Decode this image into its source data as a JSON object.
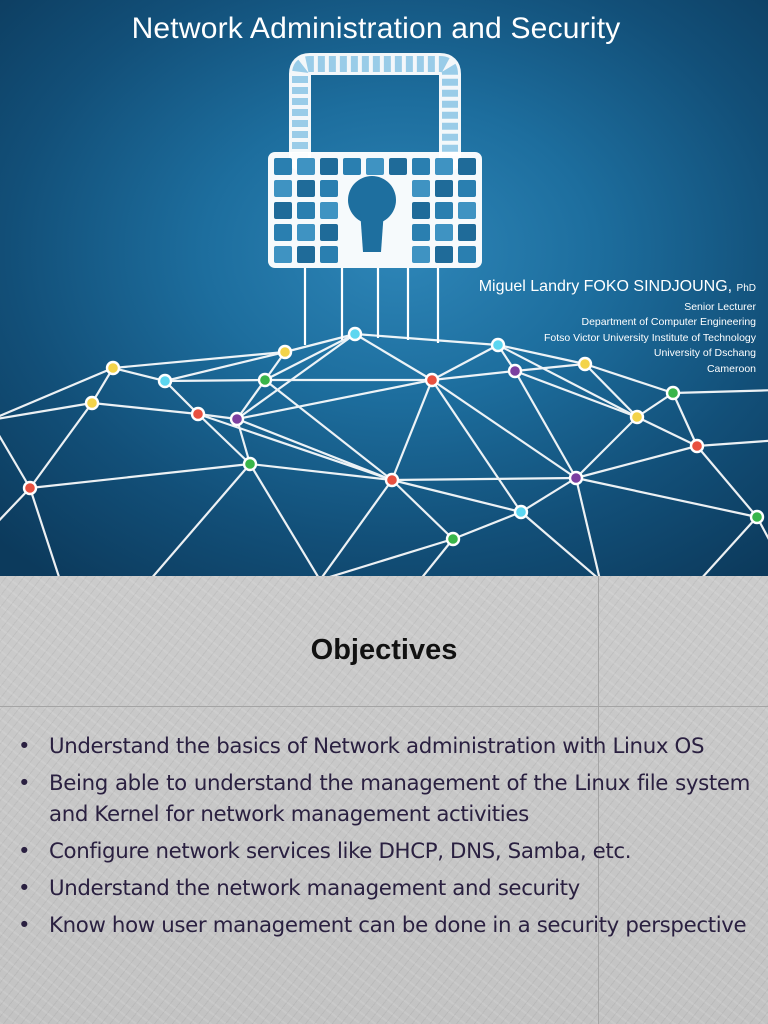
{
  "slide1": {
    "title": "Network Administration and Security",
    "author": {
      "name": "Miguel Landry FOKO SINDJOUNG,",
      "suffix": "PhD",
      "affiliation": [
        "Senior Lecturer",
        "Department of Computer Engineering",
        "Fotso Victor University Institute of Technology",
        "University of Dschang",
        "Cameroon"
      ]
    },
    "lock_icon": "padlock-icon",
    "colors": {
      "background": "#1d6e9e",
      "node_yellow": "#f3d34a",
      "node_red": "#e8503f",
      "node_green": "#39b54a",
      "node_cyan": "#5cd6f0",
      "node_purple": "#7b3fa0",
      "lines": "#ffffff"
    }
  },
  "slide2": {
    "heading": "Objectives",
    "bullets": [
      "Understand the basics of Network administration with Linux OS",
      "Being able to understand the management of the Linux file system and Kernel for network management activities",
      "Configure network services like DHCP, DNS, Samba, etc.",
      "Understand the network management and security",
      "Know how user management can be done in a security perspective"
    ],
    "colors": {
      "text": "#2a2040",
      "heading": "#111111"
    }
  }
}
